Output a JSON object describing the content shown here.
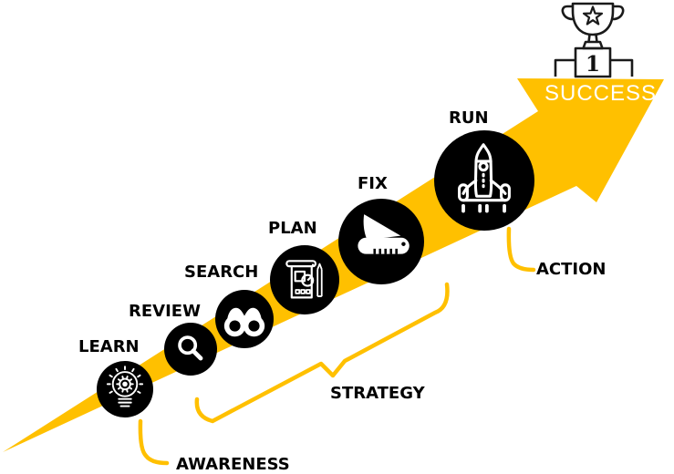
{
  "colors": {
    "arrow_gold": "#FFC000",
    "circle_black": "#000000",
    "label_black": "#000000",
    "success_white": "#FFFFFF"
  },
  "steps": [
    {
      "label": "LEARN",
      "icon": "lightbulb-gear-icon"
    },
    {
      "label": "REVIEW",
      "icon": "magnifying-glass-icon"
    },
    {
      "label": "SEARCH",
      "icon": "binoculars-icon"
    },
    {
      "label": "PLAN",
      "icon": "blueprint-pencil-icon"
    },
    {
      "label": "FIX",
      "icon": "pocket-knife-icon"
    },
    {
      "label": "RUN",
      "icon": "rocket-icon"
    }
  ],
  "summit": {
    "label": "SUCCESS",
    "icon": "trophy-podium-icon",
    "podium_rank": "1"
  },
  "phases": [
    {
      "label": "AWARENESS"
    },
    {
      "label": "STRATEGY"
    },
    {
      "label": "ACTION"
    }
  ]
}
